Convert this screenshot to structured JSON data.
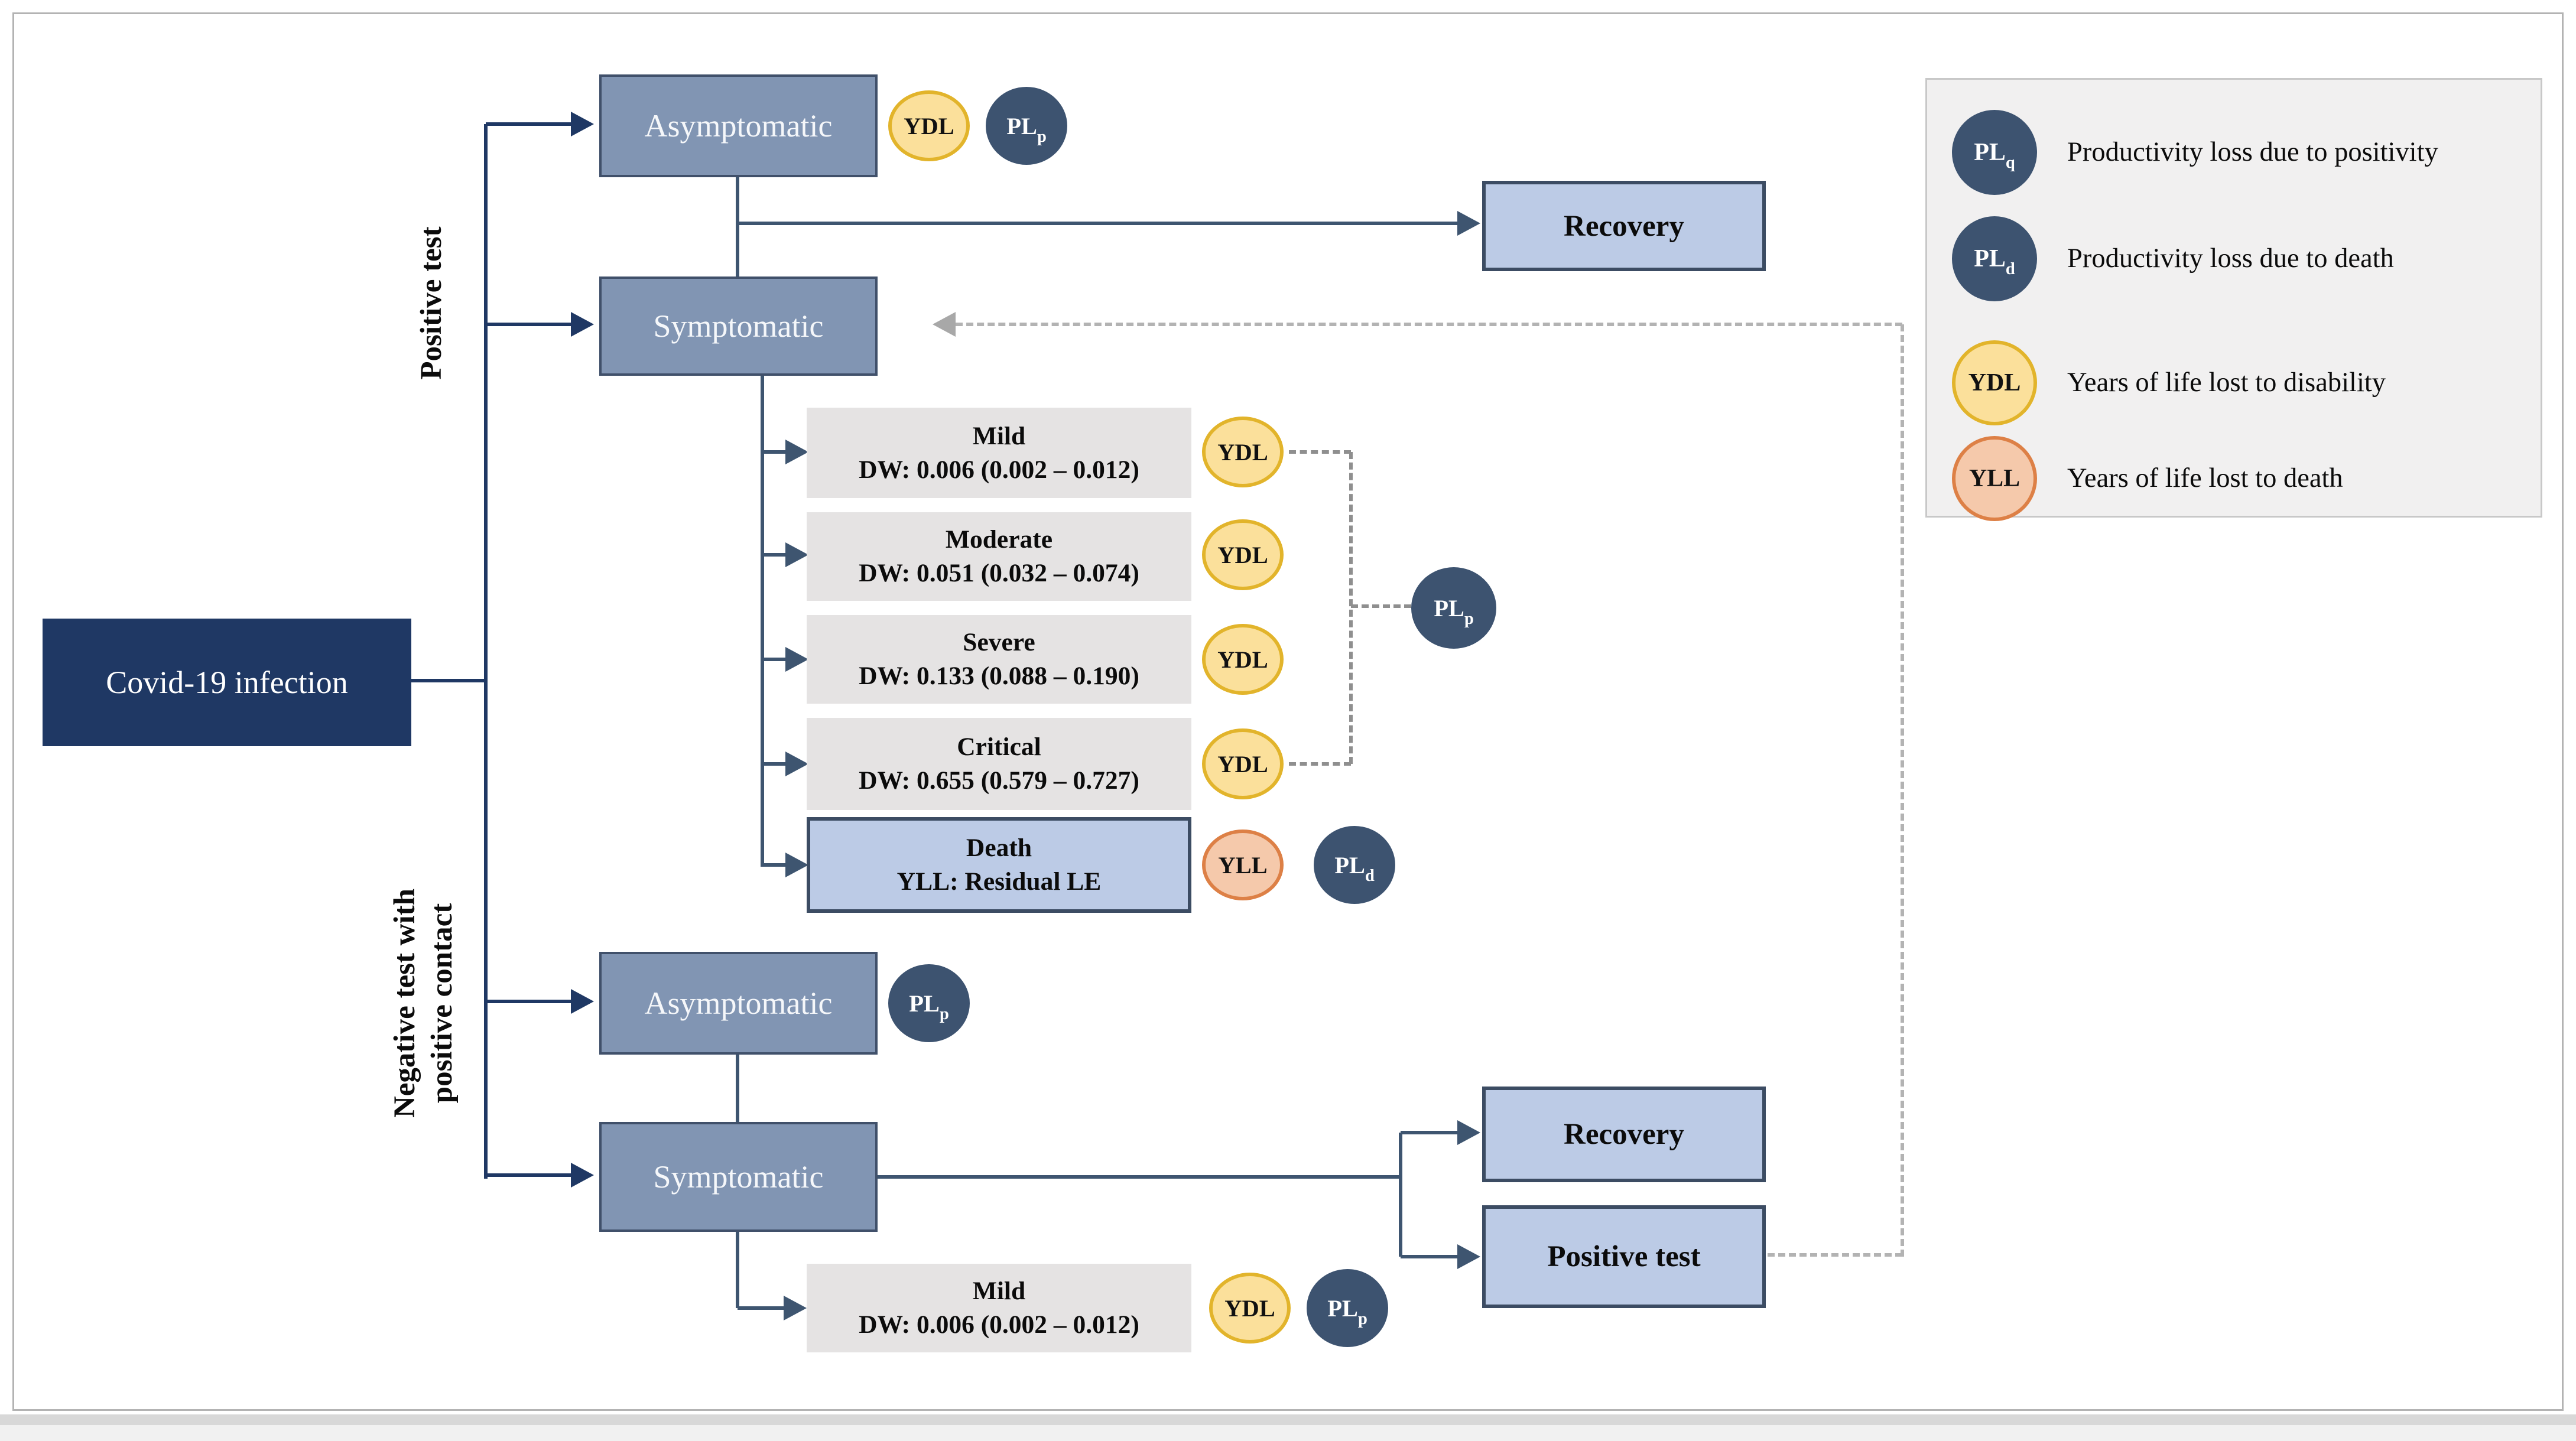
{
  "palette": {
    "navy": "#1F3864",
    "slate_fill": "#8195B3",
    "slate_border": "#40506A",
    "outcome_fill": "#BCCBE6",
    "outcome_border": "#3C4C63",
    "gray_fill": "#E5E3E3",
    "ydl_fill": "#FBE09B",
    "ydl_border": "#E2B42B",
    "yll_fill": "#F5C9AB",
    "yll_border": "#DD8046",
    "pl_fill": "#3D5370",
    "dashed_feedback": "#B3B3B3",
    "dashed_bracket": "#8F8F8F"
  },
  "root": {
    "label": "Covid-19 infection"
  },
  "branches": {
    "positive": {
      "label": "Positive test"
    },
    "negative": {
      "line1": "Negative test with",
      "line2": "positive contact"
    }
  },
  "nodes": {
    "top_asymptomatic": "Asymptomatic",
    "top_symptomatic": "Symptomatic",
    "top_recovery": "Recovery",
    "bottom_asymptomatic": "Asymptomatic",
    "bottom_symptomatic": "Symptomatic",
    "bottom_recovery": "Recovery",
    "positive_test": "Positive test",
    "severities": [
      {
        "title": "Mild",
        "dw": "DW: 0.006 (0.002 – 0.012)"
      },
      {
        "title": "Moderate",
        "dw": "DW: 0.051 (0.032 – 0.074)"
      },
      {
        "title": "Severe",
        "dw": "DW: 0.133 (0.088 – 0.190)"
      },
      {
        "title": "Critical",
        "dw": "DW: 0.655 (0.579 – 0.727)"
      }
    ],
    "death": {
      "title": "Death",
      "value": "YLL: Residual LE"
    },
    "bottom_mild": {
      "title": "Mild",
      "dw": "DW: 0.006 (0.002 – 0.012)"
    }
  },
  "badges": {
    "ydl": "YDL",
    "yll": "YLL",
    "pl": "PL"
  },
  "subs": {
    "p": "p",
    "d": "d",
    "q": "q"
  },
  "legend": {
    "items": [
      {
        "badge": "PL",
        "sub": "q",
        "label": "Productivity loss due to positivity"
      },
      {
        "badge": "PL",
        "sub": "d",
        "label": "Productivity loss due to death"
      },
      {
        "badge": "YDL",
        "sub": "",
        "label": "Years of life lost to disability"
      },
      {
        "badge": "YLL",
        "sub": "",
        "label": "Years of life lost to death"
      }
    ]
  }
}
